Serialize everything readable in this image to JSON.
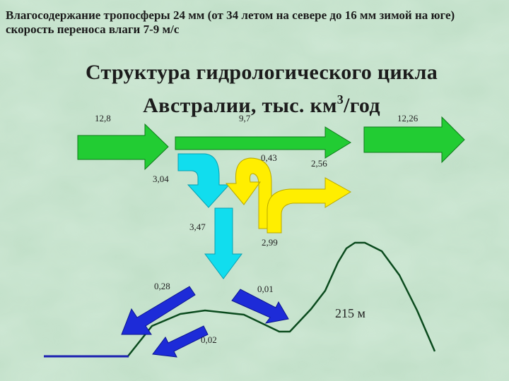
{
  "header": {
    "line1": "Влагосодержание тропосферы 24 мм (от 34 летом на севере до 16 мм зимой на юге)",
    "line2": "скорость  переноса влаги 7-9 м/с"
  },
  "title": {
    "line1": "Структура гидрологического цикла",
    "line2_main": "Австралии, тыс. км",
    "line2_sup": "3",
    "line2_end": "/год"
  },
  "labels": {
    "inflow": "12,8",
    "transit": "9,7",
    "outflow": "12,26",
    "evap_return": "0,43",
    "precip_out": "2,56",
    "precip": "3,04",
    "infiltration": "3,47",
    "evaporation": "2,99",
    "runoff": "0,28",
    "ground_runoff": "0,01",
    "underground": "0,02",
    "elevation": "215 м"
  },
  "colors": {
    "green_arrow": "#22cc33",
    "cyan_arrow": "#11ddee",
    "yellow_arrow": "#ffee00",
    "blue_arrow": "#1d2bd8",
    "terrain": "#0b4b1e",
    "sea": "#1a1fb0"
  }
}
